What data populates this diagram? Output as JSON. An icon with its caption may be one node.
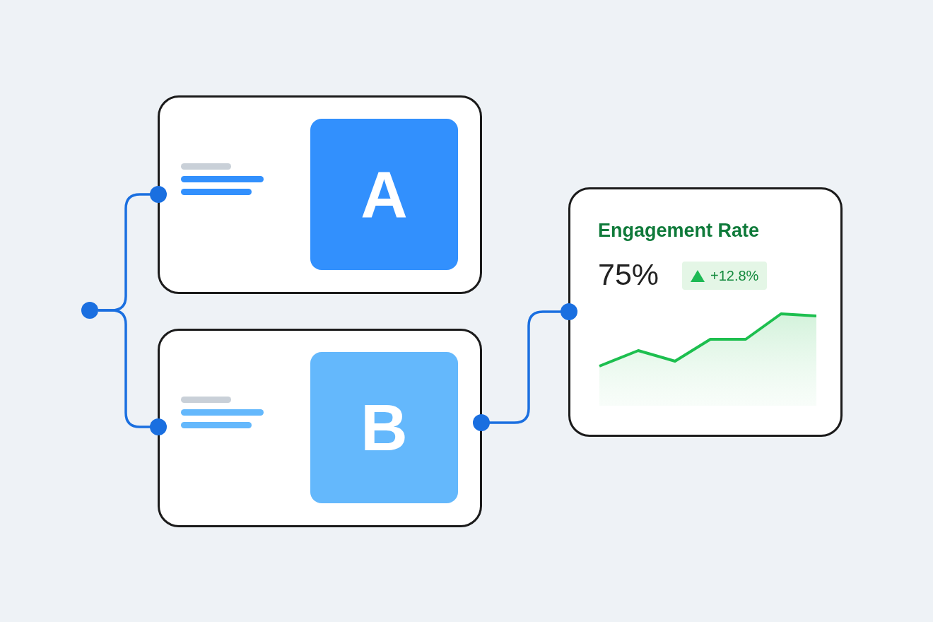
{
  "diagram": {
    "nodes": [
      {
        "text": [],
        "shape": "circle"
      },
      {
        "text": [],
        "shape": "box"
      },
      {
        "text": [
          "A"
        ],
        "in": 1
      },
      {
        "text": [],
        "shape": "box"
      },
      {
        "text": [
          "B"
        ],
        "in": 3
      },
      {
        "text": [
          "Engagement Rate",
          "75%",
          "+12.8%"
        ]
      }
    ],
    "edges": [
      {
        "from": 0,
        "to": 1,
        "arrow": "other"
      },
      {
        "from": 0,
        "to": 3,
        "arrow": "other"
      },
      {
        "from": 3,
        "to": 5,
        "arrow": "other"
      }
    ]
  }
}
